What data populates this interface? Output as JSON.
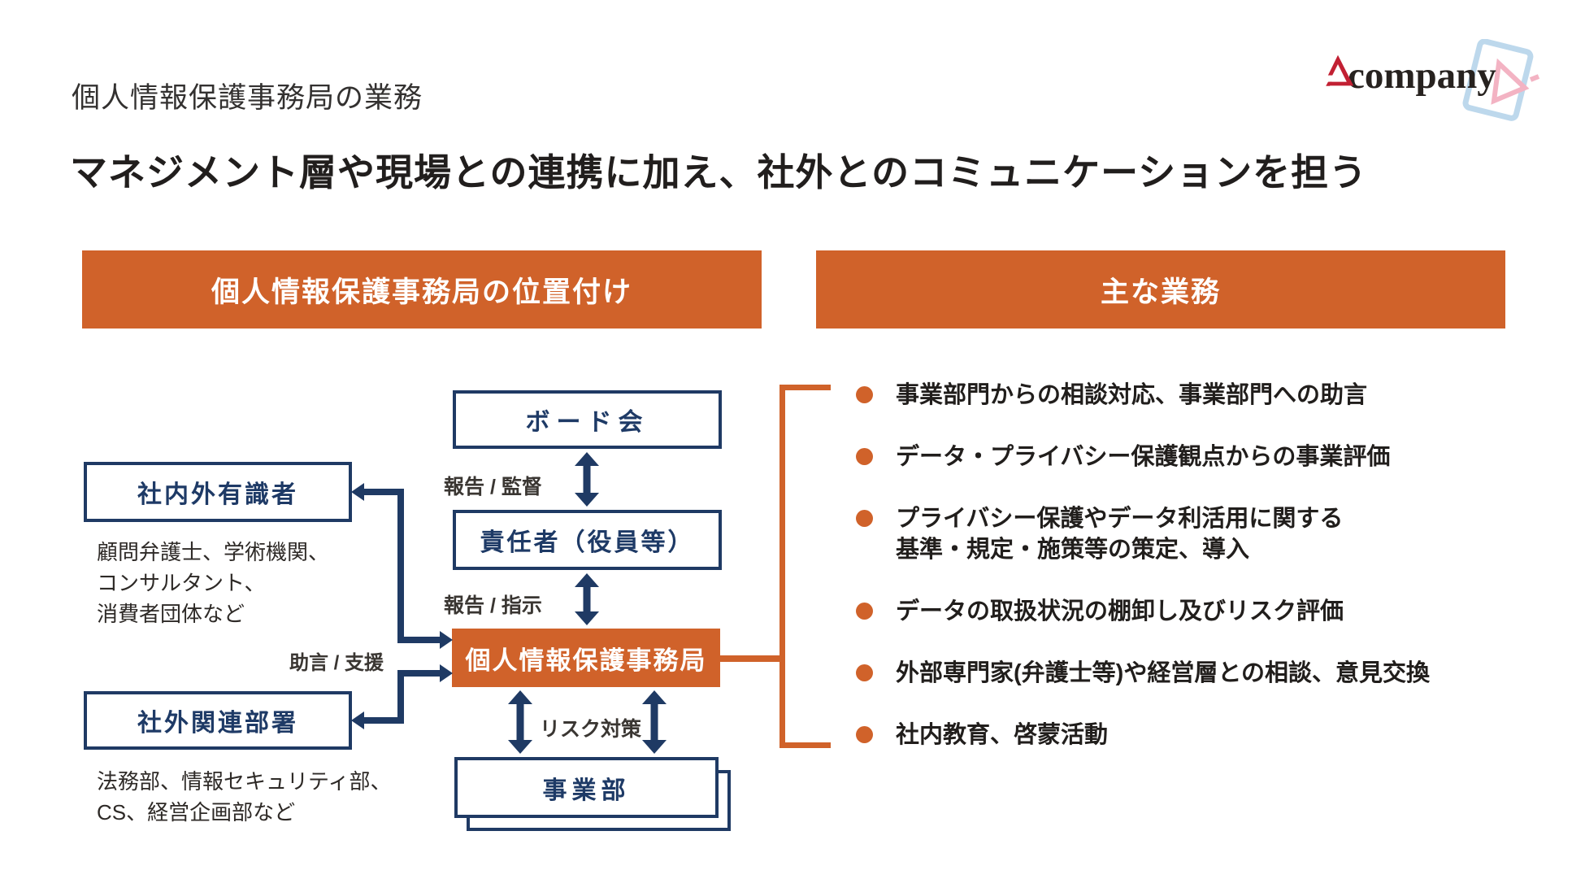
{
  "slide": {
    "kicker": "個人情報保護事務局の業務",
    "heading": "マネジメント層や現場との連携に加え、社外とのコミュニケーションを担う"
  },
  "logo": {
    "company": "company",
    "mark": "A"
  },
  "section_headers": {
    "left": "個人情報保護事務局の位置付け",
    "right": "主な業務"
  },
  "org_chart": {
    "boxes": {
      "board": "ボード会",
      "manager": "責任者（役員等）",
      "office": "個人情報保護事務局",
      "business_dept": "事業部",
      "experts": "社内外有識者",
      "external_depts": "社外関連部署"
    },
    "edge_labels": {
      "report_supervise": "報告 / 監督",
      "report_instruct": "報告 / 指示",
      "advice_support": "助言 / 支援",
      "risk_measures": "リスク対策"
    },
    "notes": {
      "experts": "顧問弁護士、学術機関、\nコンサルタント、\n消費者団体など",
      "external_depts": "法務部、情報セキュリティ部、\nCS、経営企画部など"
    }
  },
  "tasks": [
    {
      "text": "事業部門からの相談対応、事業部門への助言"
    },
    {
      "text": "データ・プライバシー保護観点からの事業評価"
    },
    {
      "text": "プライバシー保護やデータ利活用に関する\n基準・規定・施策等の策定、導入"
    },
    {
      "text": "データの取扱状況の棚卸し及びリスク評価"
    },
    {
      "text": "外部専門家(弁護士等)や経営層との相談、意見交換"
    },
    {
      "text": "社内教育、啓蒙活動"
    }
  ],
  "colors": {
    "accent_orange": "#d0622a",
    "navy": "#1f3a64",
    "logo_red": "#c22033",
    "text_dark": "#211e1c"
  }
}
